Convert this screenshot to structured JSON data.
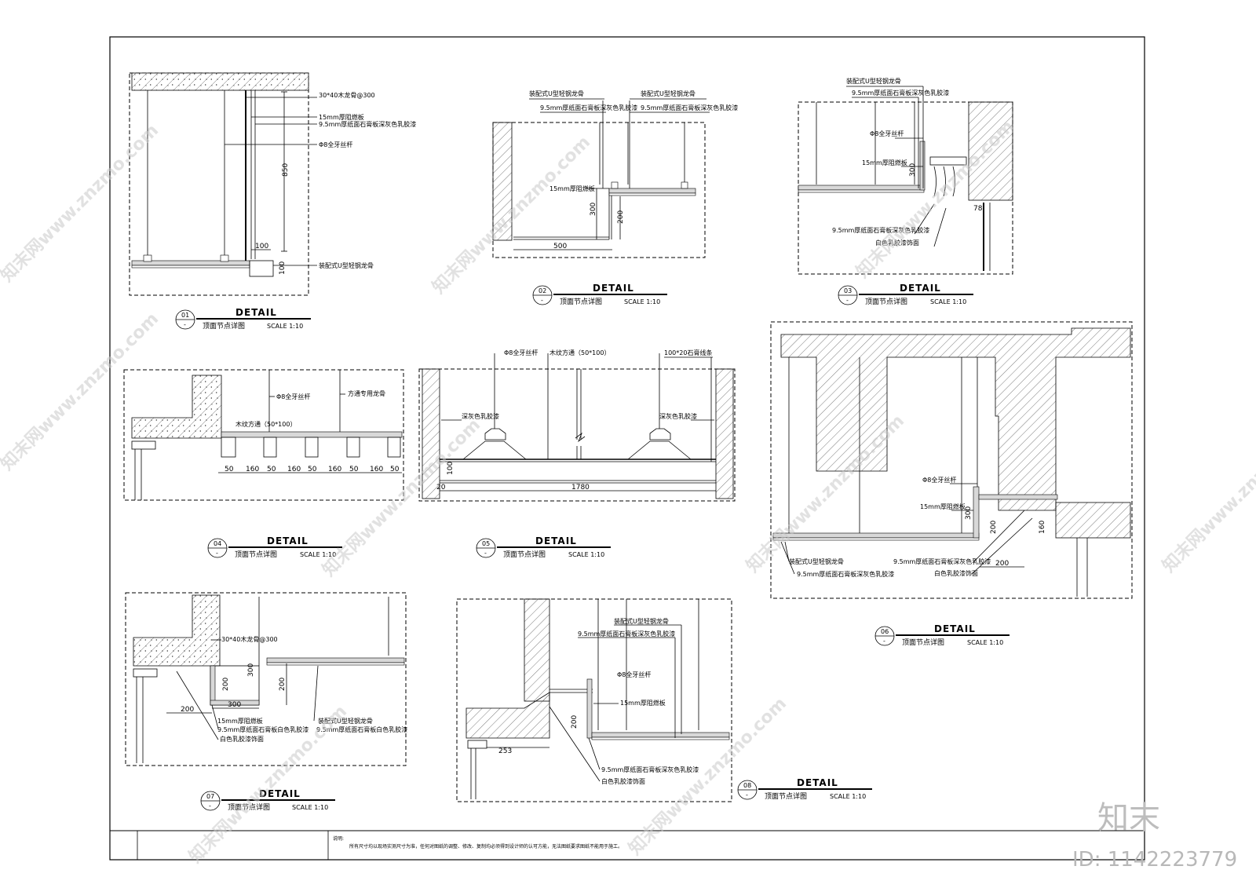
{
  "sheet": {
    "notes_label": "说明:",
    "notes_text": "所有尺寸均以现场实测尺寸为准，任何对图纸的调整、修改、复制均必须得到设计师的认可方能，无法图纸要求图纸不能用于施工。"
  },
  "watermark": {
    "brand": "知末网www.znzmo.com",
    "logo": "知末",
    "id": "ID: 1142223779"
  },
  "details": [
    {
      "number": "01",
      "dash": "-",
      "title": "DETAIL",
      "subtitle": "顶面节点详图",
      "scale": "SCALE 1:10",
      "labels": [
        "30*40木龙骨@300",
        "15mm厚阻燃板",
        "9.5mm厚纸面石膏板深灰色乳胶漆",
        "Φ8全牙丝杆",
        "装配式U型轻钢龙骨"
      ],
      "dims": [
        "850",
        "100",
        "100"
      ]
    },
    {
      "number": "02",
      "dash": "-",
      "title": "DETAIL",
      "subtitle": "顶面节点详图",
      "scale": "SCALE 1:10",
      "labels": [
        "装配式U型轻钢龙骨",
        "9.5mm厚纸面石膏板深灰色乳胶漆",
        "装配式U型轻钢龙骨",
        "9.5mm厚纸面石膏板深灰色乳胶漆",
        "15mm厚阻燃板"
      ],
      "dims": [
        "300",
        "200",
        "500"
      ]
    },
    {
      "number": "03",
      "dash": "-",
      "title": "DETAIL",
      "subtitle": "顶面节点详图",
      "scale": "SCALE 1:10",
      "labels": [
        "装配式U型轻钢龙骨",
        "9.5mm厚纸面石膏板深灰色乳胶漆",
        "Φ8全牙丝杆",
        "15mm厚阻燃板",
        "9.5mm厚纸面石膏板深灰色乳胶漆",
        "白色乳胶漆饰面"
      ],
      "dims": [
        "300",
        "78"
      ]
    },
    {
      "number": "04",
      "dash": "-",
      "title": "DETAIL",
      "subtitle": "顶面节点详图",
      "scale": "SCALE 1:10",
      "labels": [
        "Φ8全牙丝杆",
        "方通专用龙骨",
        "木纹方通（50*100）"
      ],
      "dims": [
        "50",
        "160",
        "50",
        "160",
        "50",
        "160",
        "50",
        "160",
        "50"
      ]
    },
    {
      "number": "05",
      "dash": "-",
      "title": "DETAIL",
      "subtitle": "顶面节点详图",
      "scale": "SCALE 1:10",
      "labels": [
        "Φ8全牙丝杆",
        "木纹方通（50*100）",
        "100*20石膏线条",
        "深灰色乳胶漆",
        "深灰色乳胶漆"
      ],
      "dims": [
        "100",
        "1780",
        "20"
      ]
    },
    {
      "number": "06",
      "dash": "-",
      "title": "DETAIL",
      "subtitle": "顶面节点详图",
      "scale": "SCALE 1:10",
      "labels": [
        "Φ8全牙丝杆",
        "15mm厚阻燃板",
        "装配式U型轻钢龙骨",
        "9.5mm厚纸面石膏板深灰色乳胶漆",
        "9.5mm厚纸面石膏板深灰色乳胶漆",
        "白色乳胶漆饰面"
      ],
      "dims": [
        "300",
        "200",
        "200",
        "160"
      ]
    },
    {
      "number": "07",
      "dash": "-",
      "title": "DETAIL",
      "subtitle": "顶面节点详图",
      "scale": "SCALE 1:10",
      "labels": [
        "30*40木龙骨@300",
        "15mm厚阻燃板",
        "9.5mm厚纸面石膏板白色乳胶漆",
        "白色乳胶漆饰面",
        "装配式U型轻钢龙骨",
        "9.5mm厚纸面石膏板白色乳胶漆"
      ],
      "dims": [
        "200",
        "300",
        "200",
        "300",
        "200"
      ]
    },
    {
      "number": "08",
      "dash": "-",
      "title": "DETAIL",
      "subtitle": "顶面节点详图",
      "scale": "SCALE 1:10",
      "labels": [
        "装配式U型轻钢龙骨",
        "9.5mm厚纸面石膏板深灰色乳胶漆",
        "Φ8全牙丝杆",
        "15mm厚阻燃板",
        "9.5mm厚纸面石膏板深灰色乳胶漆",
        "白色乳胶漆饰面"
      ],
      "dims": [
        "200",
        "253"
      ]
    }
  ]
}
